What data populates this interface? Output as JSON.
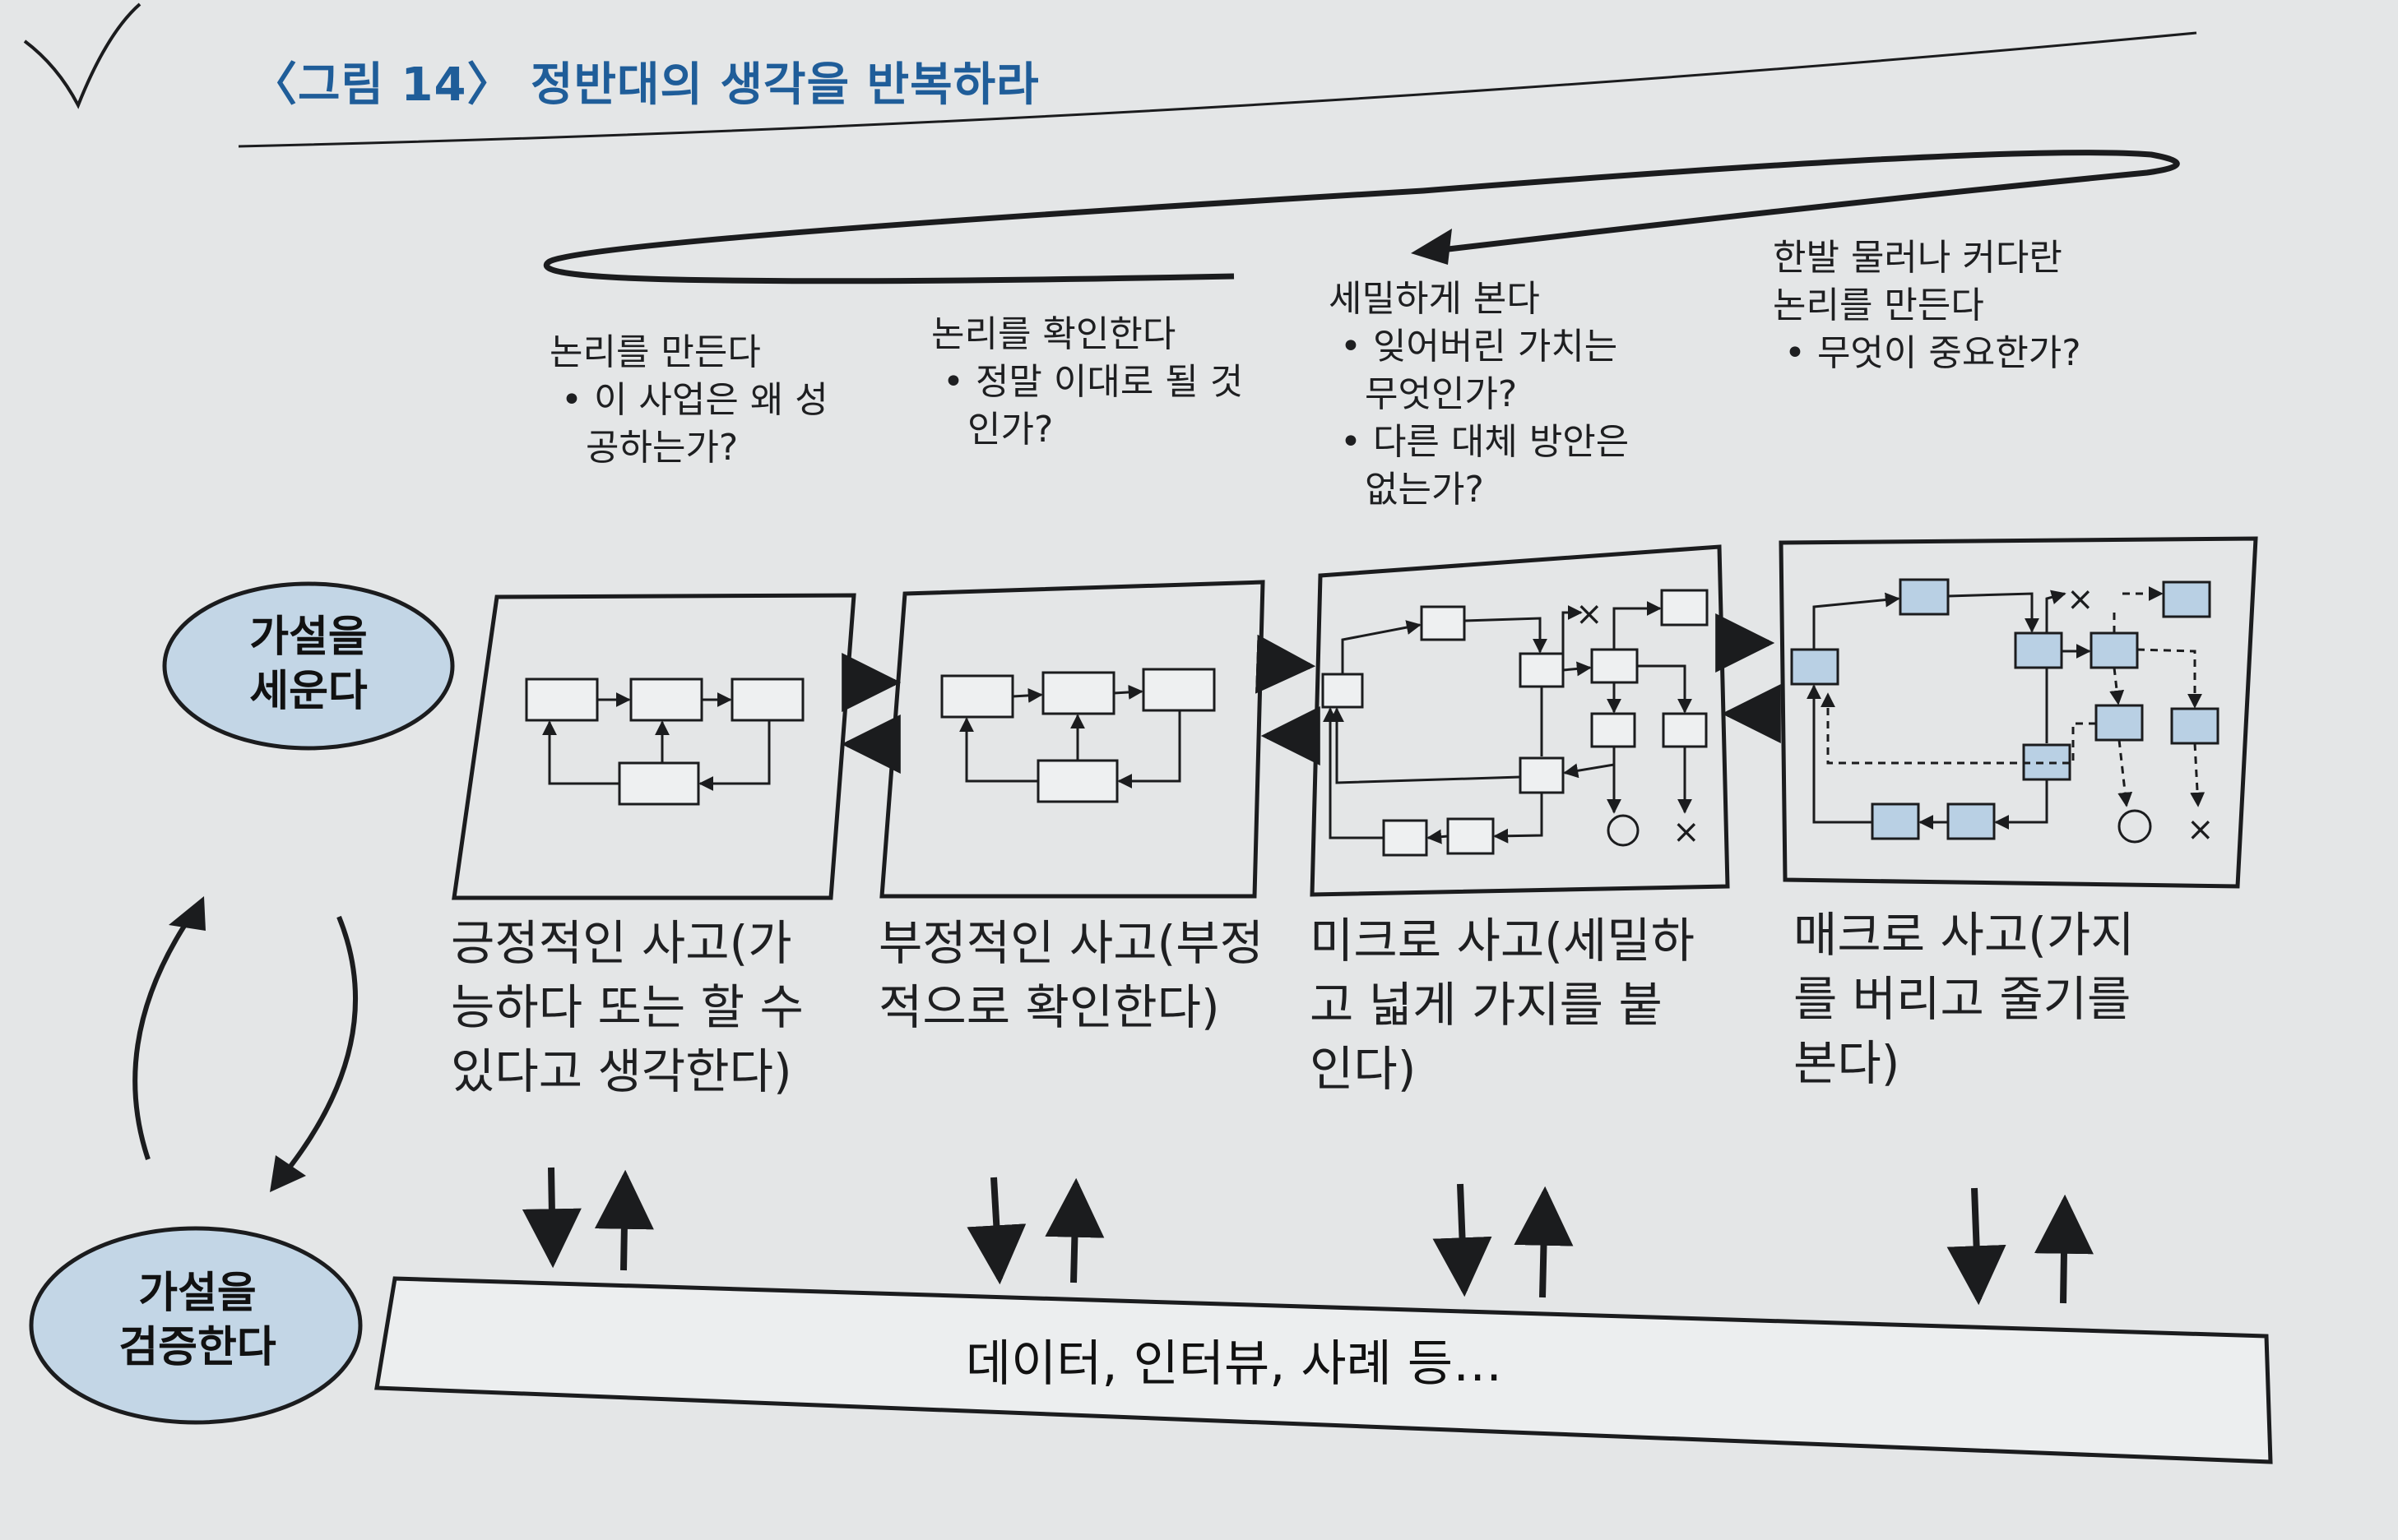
{
  "figure": {
    "title": "〈그림 14〉 정반대의 생각을 반복하라"
  },
  "hypothesis": {
    "set": {
      "line1": "가설을",
      "line2": "세운다"
    },
    "verify": {
      "line1": "가설을",
      "line2": "검증한다"
    }
  },
  "notes": [
    {
      "heading": "논리를 만든다",
      "bullets": [
        [
          "• 이 사업은 왜 성",
          "공하는가?"
        ]
      ]
    },
    {
      "heading": "논리를 확인한다",
      "bullets": [
        [
          "• 정말 이대로 될 것",
          "인가?"
        ]
      ]
    },
    {
      "heading": "세밀하게 본다",
      "bullets": [
        [
          "• 잊어버린 가치는",
          "무엇인가?"
        ],
        [
          "• 다른 대체 방안은",
          "없는가?"
        ]
      ]
    },
    {
      "heading": "한발 물러나 커다란",
      "heading2": "논리를 만든다",
      "bullets": [
        [
          "• 무엇이 중요한가?"
        ]
      ]
    }
  ],
  "stages": [
    {
      "caption": [
        "긍정적인 사고(가",
        "능하다 또는 할 수",
        "있다고 생각한다)"
      ]
    },
    {
      "caption": [
        "부정적인 사고(부정",
        "적으로 확인한다)"
      ]
    },
    {
      "caption": [
        "미크로 사고(세밀하",
        "고 넓게 가지를 붙",
        "인다)"
      ]
    },
    {
      "caption": [
        "매크로 사고(가지",
        "를 버리고 줄기를",
        "본다)"
      ]
    }
  ],
  "data_bar": {
    "label": "데이터, 인터뷰, 사례 등…"
  },
  "colors": {
    "title": "#1f5d99",
    "oval_fill": "#c3d6e6",
    "box_fill_macro": "#b9d0e4",
    "line": "#1b1c1e",
    "paper": "#e4e6e7"
  },
  "icons": {
    "check_mark": "check-mark-icon",
    "rejected": "x-mark-icon",
    "kept": "circle-mark-icon"
  }
}
